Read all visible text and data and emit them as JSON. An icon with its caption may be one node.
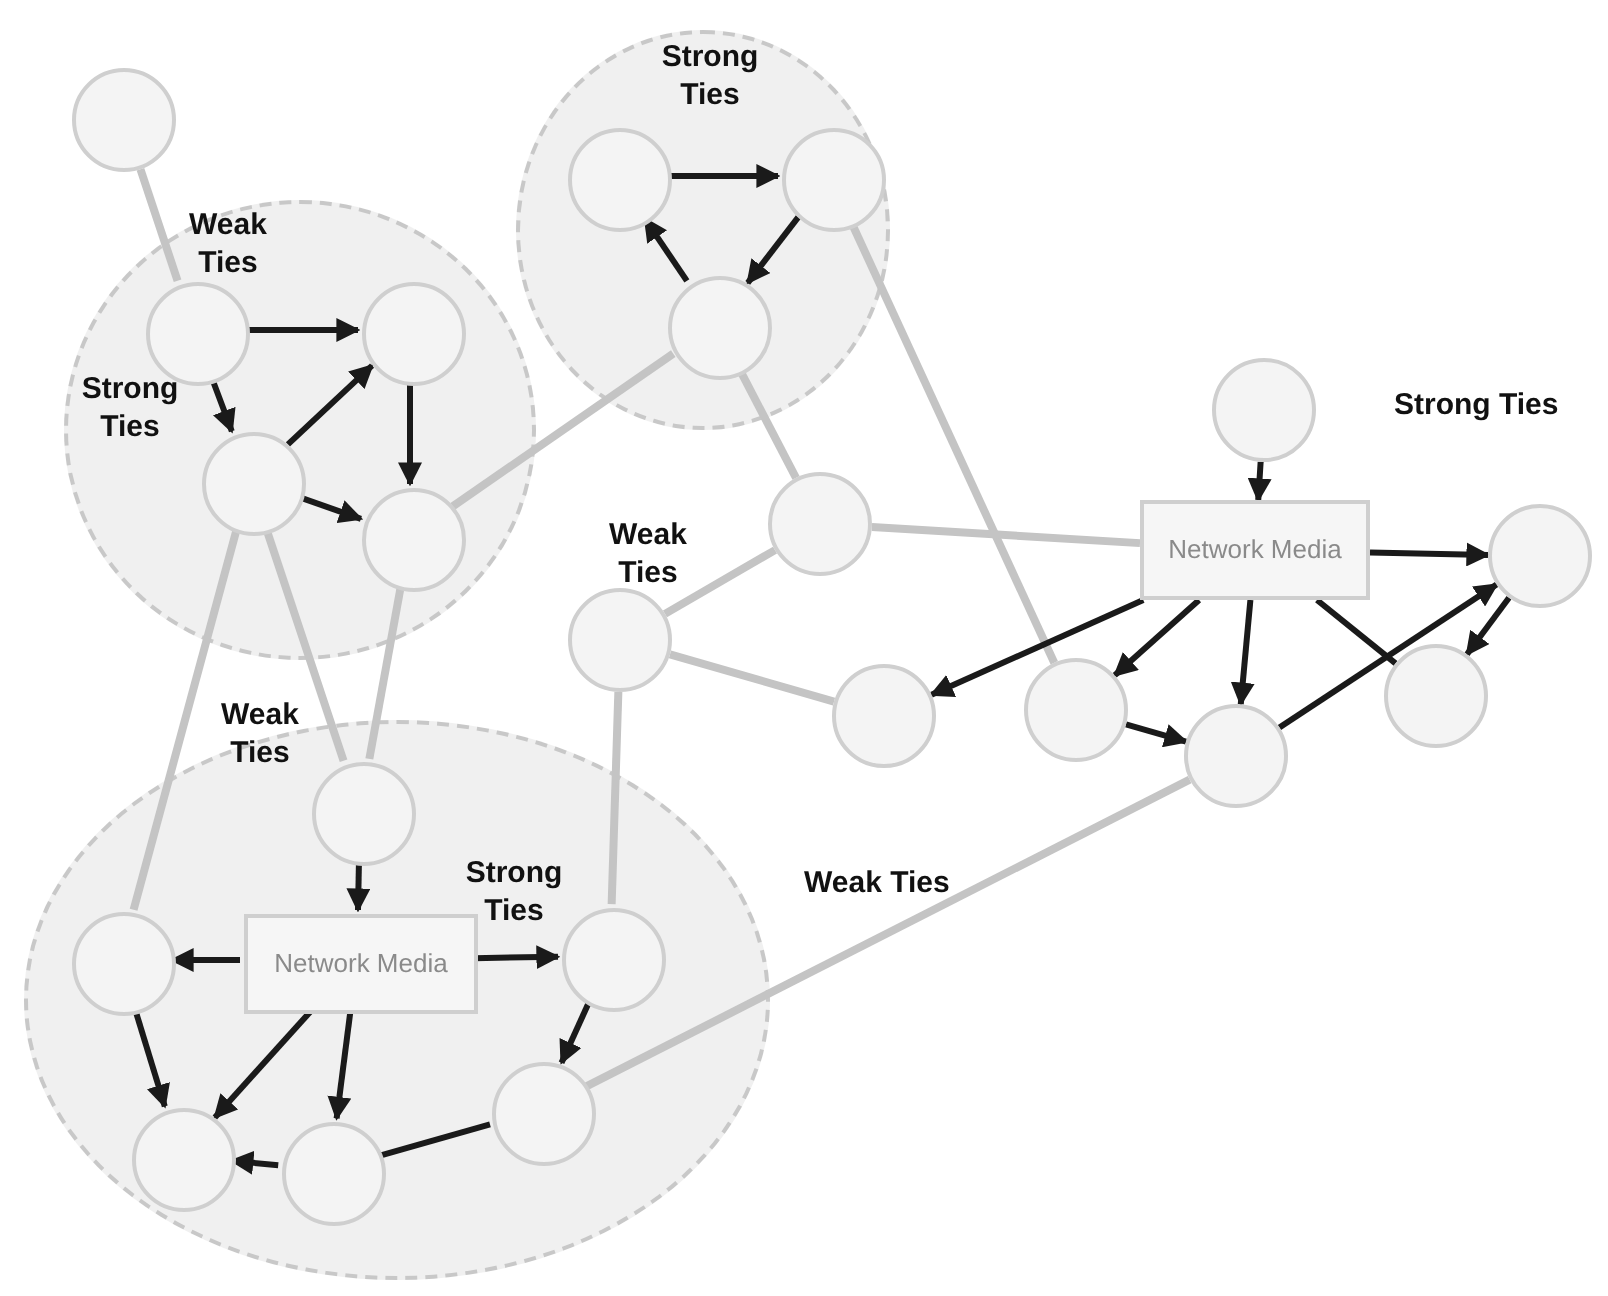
{
  "diagram": {
    "nodes": [
      {
        "text": [
          "Strong Ties"
        ]
      },
      {
        "text": [],
        "shape": "circle",
        "in": 0
      },
      {
        "text": [],
        "shape": "circle",
        "in": 0
      },
      {
        "text": [],
        "shape": "circle",
        "in": 0
      },
      {
        "text": [],
        "shape": "circle",
        "in": 0
      },
      {
        "text": [
          "Strong Ties"
        ]
      },
      {
        "text": [],
        "shape": "circle",
        "in": 5
      },
      {
        "text": [],
        "shape": "circle",
        "in": 5
      },
      {
        "text": [],
        "shape": "circle",
        "in": 5
      },
      {
        "text": [],
        "shape": "circle"
      },
      {
        "text": [],
        "shape": "circle"
      },
      {
        "text": [],
        "shape": "circle"
      },
      {
        "text": [],
        "shape": "circle"
      },
      {
        "text": [],
        "shape": "circle"
      },
      {
        "text": [
          "Network Media"
        ]
      },
      {
        "text": [],
        "shape": "circle"
      },
      {
        "text": [],
        "shape": "circle"
      },
      {
        "text": [],
        "shape": "circle"
      },
      {
        "text": [],
        "shape": "circle"
      },
      {
        "text": [],
        "shape": "circle",
        "in": 20
      },
      {
        "text": [
          "Strong Ties"
        ]
      },
      {
        "text": [
          "Network Media"
        ],
        "in": 20
      },
      {
        "text": [],
        "shape": "circle",
        "in": 20
      },
      {
        "text": [],
        "shape": "circle",
        "in": 20
      },
      {
        "text": [],
        "shape": "circle",
        "in": 20
      },
      {
        "text": [],
        "shape": "circle",
        "in": 20
      },
      {
        "text": [],
        "shape": "circle",
        "in": 20
      }
    ],
    "edges": [
      {
        "from": 9,
        "to": 1,
        "arrow": "none",
        "color": "#c4c4c4"
      },
      {
        "from": 1,
        "to": 2,
        "arrow": "to"
      },
      {
        "from": 1,
        "to": 3,
        "arrow": "to"
      },
      {
        "from": 3,
        "to": 2,
        "arrow": "to"
      },
      {
        "from": 2,
        "to": 4,
        "arrow": "to"
      },
      {
        "from": 3,
        "to": 4,
        "arrow": "to"
      },
      {
        "from": 4,
        "to": 8,
        "arrow": "none",
        "color": "#c4c4c4"
      },
      {
        "from": 6,
        "to": 7,
        "arrow": "to"
      },
      {
        "from": 8,
        "to": 6,
        "arrow": "to"
      },
      {
        "from": 7,
        "to": 8,
        "arrow": "to"
      },
      {
        "from": 8,
        "to": 10,
        "arrow": "none",
        "color": "#c4c4c4"
      },
      {
        "from": 7,
        "to": 16,
        "arrow": "none",
        "color": "#c4c4c4"
      },
      {
        "from": 10,
        "to": 14,
        "arrow": "none",
        "color": "#c4c4c4"
      },
      {
        "from": 10,
        "to": 11,
        "arrow": "none",
        "color": "#c4c4c4"
      },
      {
        "from": 11,
        "to": 12,
        "arrow": "none",
        "color": "#c4c4c4"
      },
      {
        "from": 11,
        "to": 23,
        "arrow": "none",
        "color": "#c4c4c4"
      },
      {
        "from": 13,
        "to": 14,
        "arrow": "to"
      },
      {
        "from": 14,
        "to": 15,
        "arrow": "to"
      },
      {
        "from": 14,
        "to": 12,
        "arrow": "to"
      },
      {
        "from": 14,
        "to": 16,
        "arrow": "to"
      },
      {
        "from": 14,
        "to": 17,
        "arrow": "to"
      },
      {
        "from": 14,
        "to": 18,
        "arrow": "none"
      },
      {
        "from": 15,
        "to": 18,
        "arrow": "to"
      },
      {
        "from": 16,
        "to": 17,
        "arrow": "to"
      },
      {
        "from": 17,
        "to": 15,
        "arrow": "to"
      },
      {
        "from": 3,
        "to": 19,
        "arrow": "none",
        "color": "#c4c4c4"
      },
      {
        "from": 4,
        "to": 19,
        "arrow": "none",
        "color": "#c4c4c4"
      },
      {
        "from": 3,
        "to": 22,
        "arrow": "none",
        "color": "#c4c4c4"
      },
      {
        "from": 19,
        "to": 21,
        "arrow": "to"
      },
      {
        "from": 21,
        "to": 22,
        "arrow": "to"
      },
      {
        "from": 21,
        "to": 23,
        "arrow": "to"
      },
      {
        "from": 22,
        "to": 24,
        "arrow": "to"
      },
      {
        "from": 21,
        "to": 24,
        "arrow": "to"
      },
      {
        "from": 21,
        "to": 25,
        "arrow": "to"
      },
      {
        "from": 25,
        "to": 24,
        "arrow": "to"
      },
      {
        "from": 26,
        "to": 25,
        "arrow": "none"
      },
      {
        "from": 23,
        "to": 26,
        "arrow": "to"
      },
      {
        "from": 26,
        "to": 17,
        "arrow": "none",
        "color": "#c4c4c4"
      }
    ],
    "labels": [
      "Weak Ties",
      "Weak Ties",
      "Strong Ties",
      "Weak Ties",
      "Weak Ties"
    ]
  }
}
